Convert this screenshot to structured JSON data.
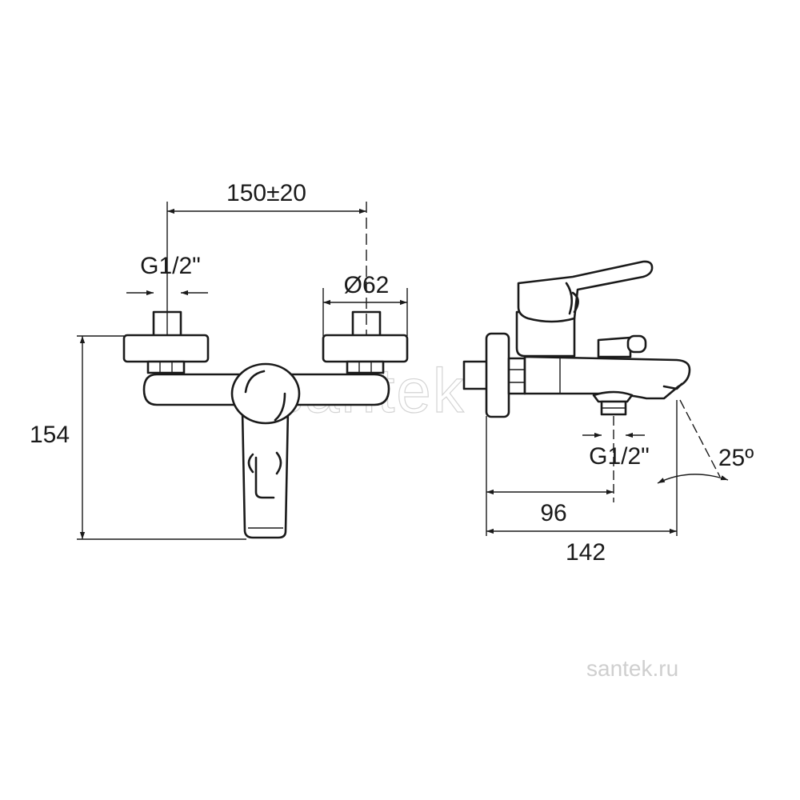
{
  "drawing": {
    "dimensions": {
      "connection_spacing": "150±20",
      "thread_left": "G1/2\"",
      "flange_diameter": "Ø62",
      "height": "154",
      "thread_side": "G1/2\"",
      "angle": "25º",
      "spout_to_outlet": "96",
      "total_depth": "142"
    },
    "watermark": {
      "large": "santek",
      "small": "santek.ru"
    }
  },
  "colors": {
    "line": "#1a1a1a",
    "background": "#ffffff",
    "watermark": "#d4d4d4"
  }
}
